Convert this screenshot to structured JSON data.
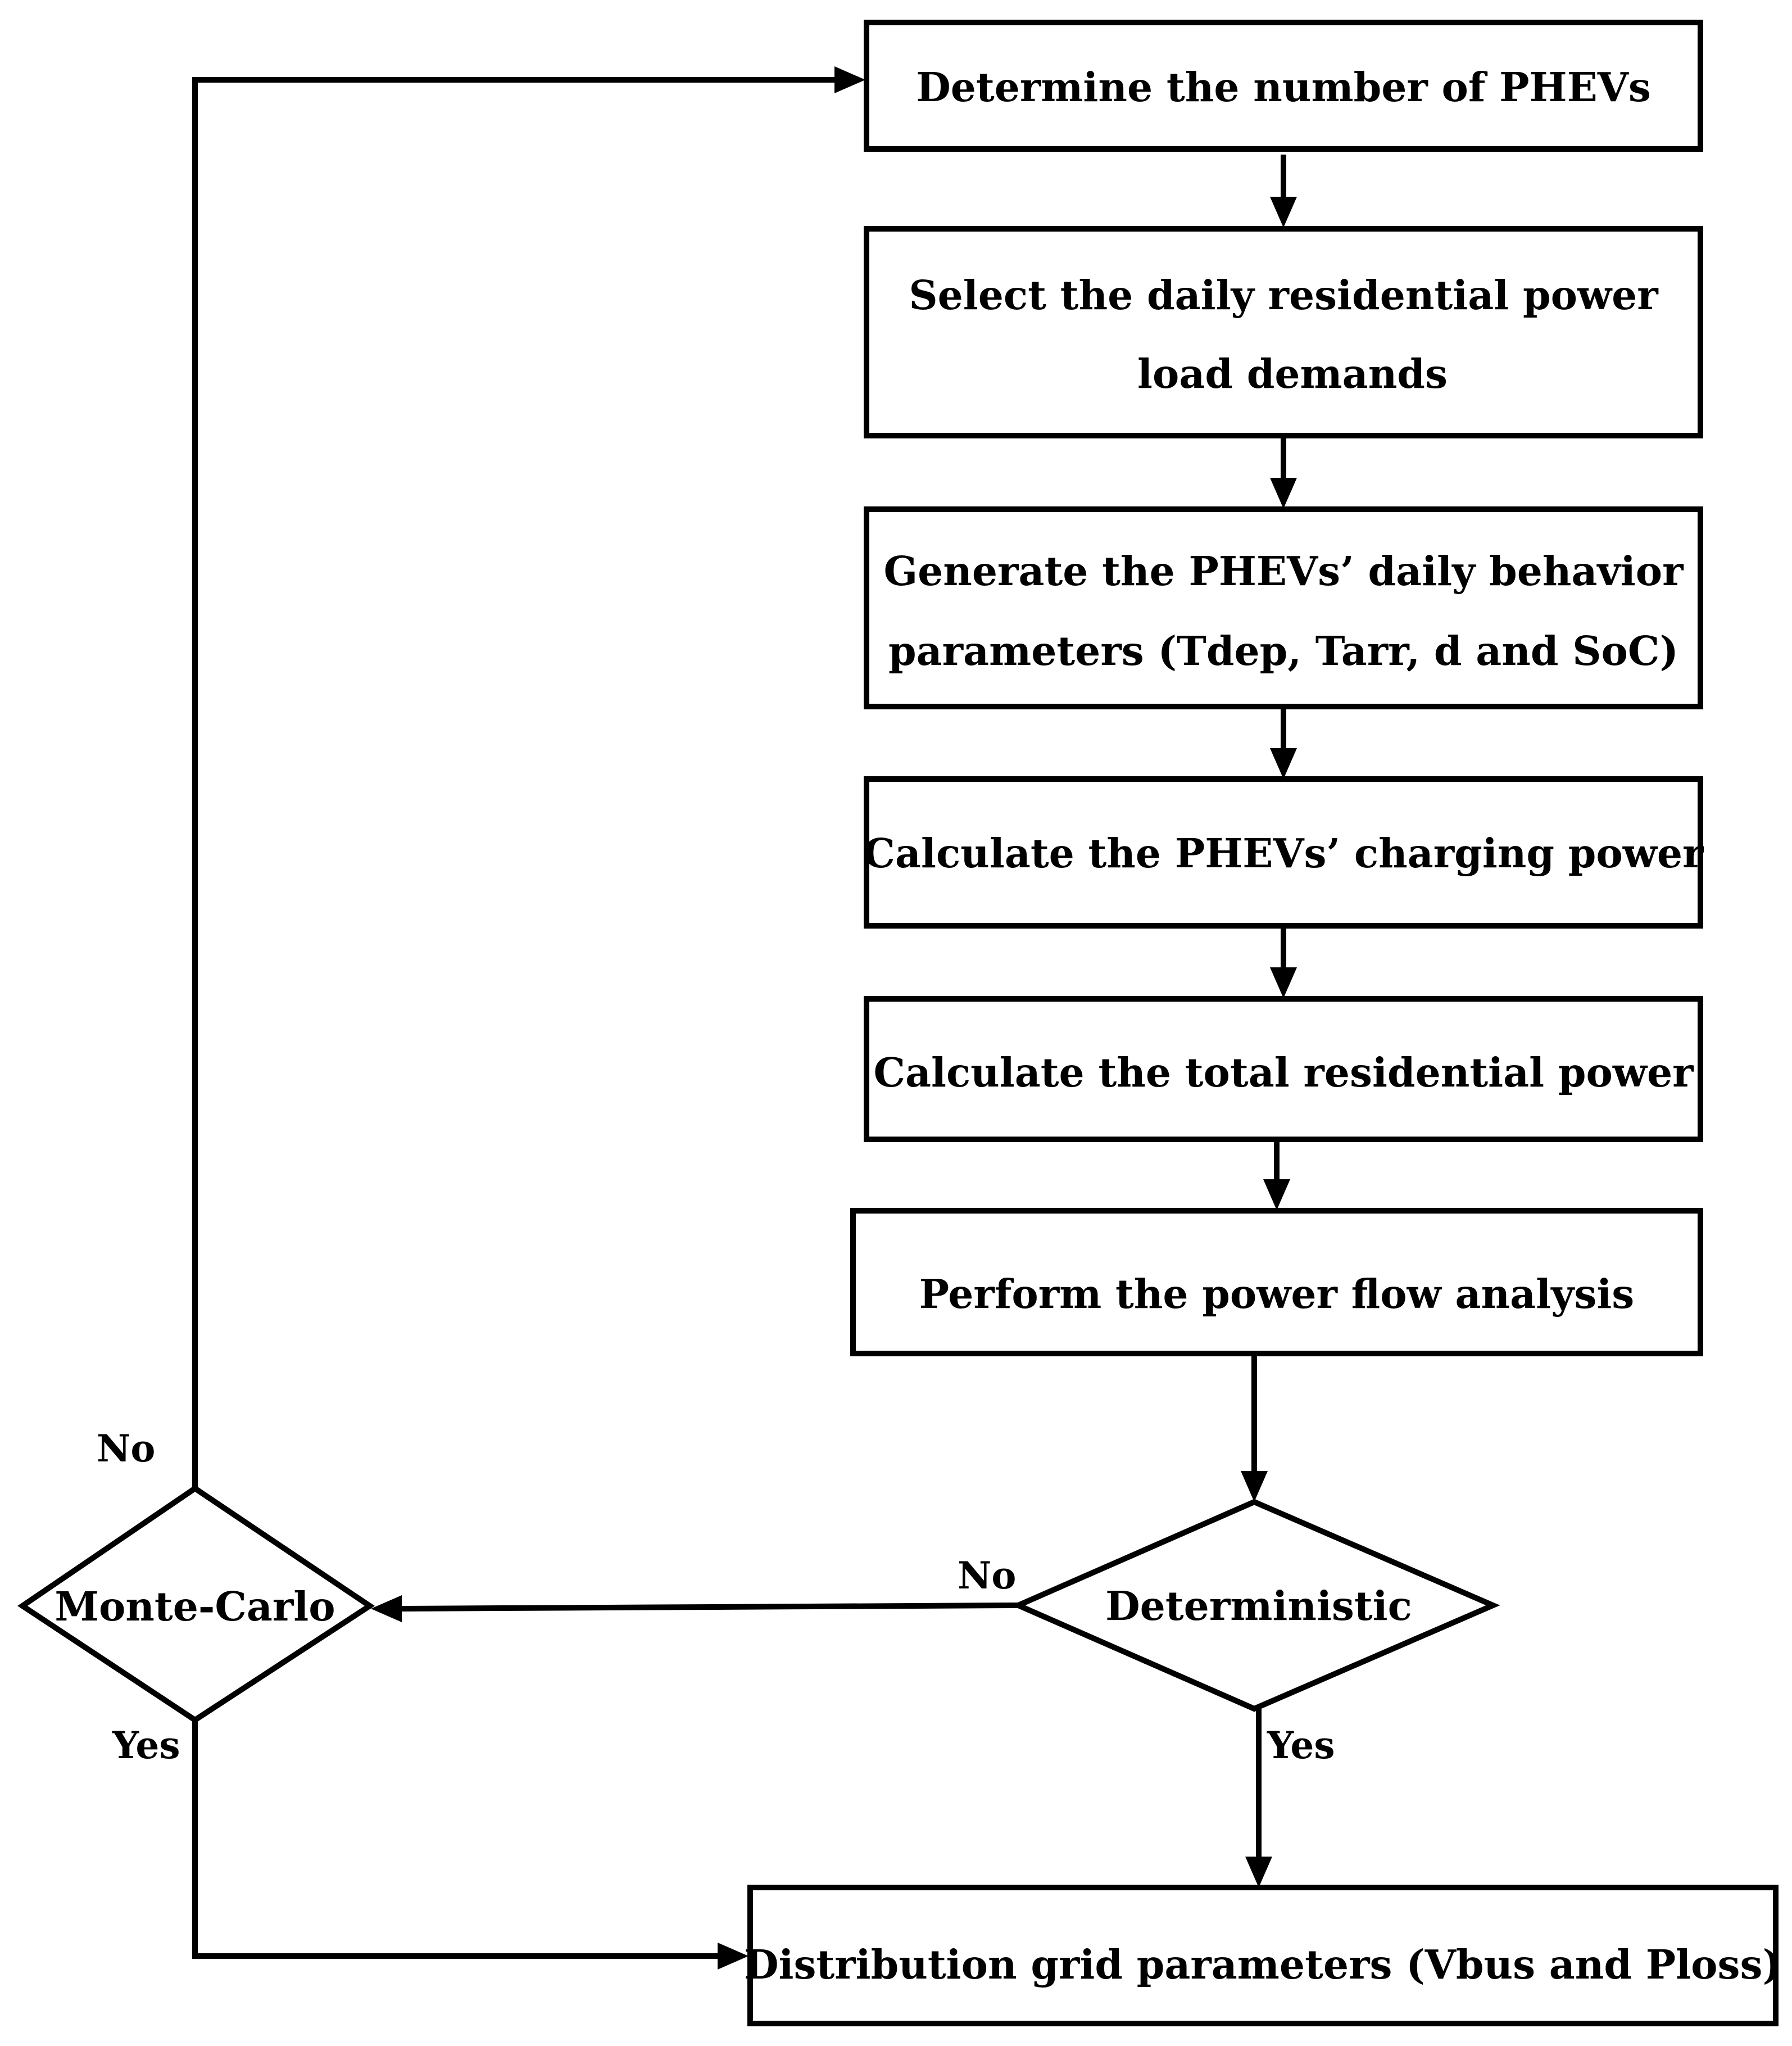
{
  "steps": [
    {
      "id": "step-1",
      "lines": [
        "Determine the number of PHEVs"
      ]
    },
    {
      "id": "step-2",
      "lines": [
        "Select the daily residential power",
        "load demands"
      ]
    },
    {
      "id": "step-3",
      "lines": [
        "Generate the PHEVs’ daily behavior",
        "parameters (Tdep, Tarr, d and SoC)"
      ]
    },
    {
      "id": "step-4",
      "lines": [
        "Calculate the PHEVs’ charging power"
      ]
    },
    {
      "id": "step-5",
      "lines": [
        "Calculate the total residential power"
      ]
    },
    {
      "id": "step-6",
      "lines": [
        "Perform the power flow analysis"
      ]
    },
    {
      "id": "step-7",
      "lines": [
        "Distribution grid parameters (Vbus and Ploss)"
      ]
    }
  ],
  "decisions": {
    "deterministic": {
      "label": "Deterministic",
      "yes": "Yes",
      "no": "No"
    },
    "monte_carlo": {
      "label": "Monte-Carlo",
      "yes": "Yes",
      "no": "No"
    }
  }
}
